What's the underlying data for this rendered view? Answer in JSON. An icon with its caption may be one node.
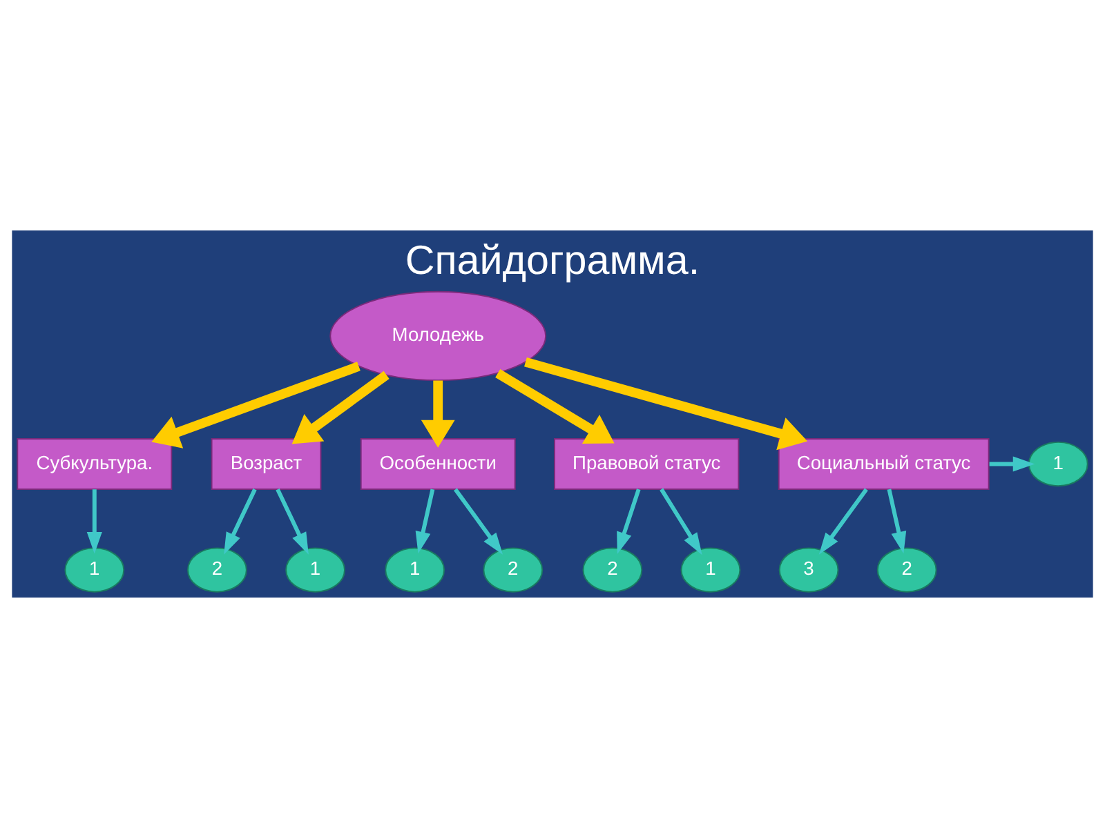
{
  "diagram": {
    "title": "Спайдограмма.",
    "nodes": [
      {
        "text": [
          "Молодежь"
        ]
      },
      {
        "text": [
          "Субкультура."
        ]
      },
      {
        "text": [
          "Возраст"
        ]
      },
      {
        "text": [
          "Особенности"
        ]
      },
      {
        "text": [
          "Правовой статус"
        ]
      },
      {
        "text": [
          "Социальный статус"
        ]
      },
      {
        "text": [
          "1"
        ]
      },
      {
        "text": [
          "2"
        ]
      },
      {
        "text": [
          "1"
        ]
      },
      {
        "text": [
          "1"
        ]
      },
      {
        "text": [
          "2"
        ]
      },
      {
        "text": [
          "2"
        ]
      },
      {
        "text": [
          "1"
        ]
      },
      {
        "text": [
          "3"
        ]
      },
      {
        "text": [
          "2"
        ]
      },
      {
        "text": [
          "1"
        ]
      }
    ],
    "edges": [
      {
        "from": 0,
        "to": 1,
        "arrow": "to",
        "style": "thick",
        "color": "#ffcc00"
      },
      {
        "from": 0,
        "to": 2,
        "arrow": "to",
        "style": "thick",
        "color": "#ffcc00"
      },
      {
        "from": 0,
        "to": 3,
        "arrow": "to",
        "style": "thick",
        "color": "#ffcc00"
      },
      {
        "from": 0,
        "to": 4,
        "arrow": "to",
        "style": "thick",
        "color": "#ffcc00"
      },
      {
        "from": 0,
        "to": 5,
        "arrow": "to",
        "style": "thick",
        "color": "#ffcc00"
      },
      {
        "from": 1,
        "to": 6,
        "arrow": "to"
      },
      {
        "from": 2,
        "to": 7,
        "arrow": "to"
      },
      {
        "from": 2,
        "to": 8,
        "arrow": "to"
      },
      {
        "from": 3,
        "to": 9,
        "arrow": "to"
      },
      {
        "from": 3,
        "to": 10,
        "arrow": "to"
      },
      {
        "from": 4,
        "to": 11,
        "arrow": "to"
      },
      {
        "from": 4,
        "to": 12,
        "arrow": "to"
      },
      {
        "from": 5,
        "to": 13,
        "arrow": "to"
      },
      {
        "from": 5,
        "to": 14,
        "arrow": "to"
      },
      {
        "from": 5,
        "to": 15,
        "arrow": "to"
      }
    ]
  }
}
